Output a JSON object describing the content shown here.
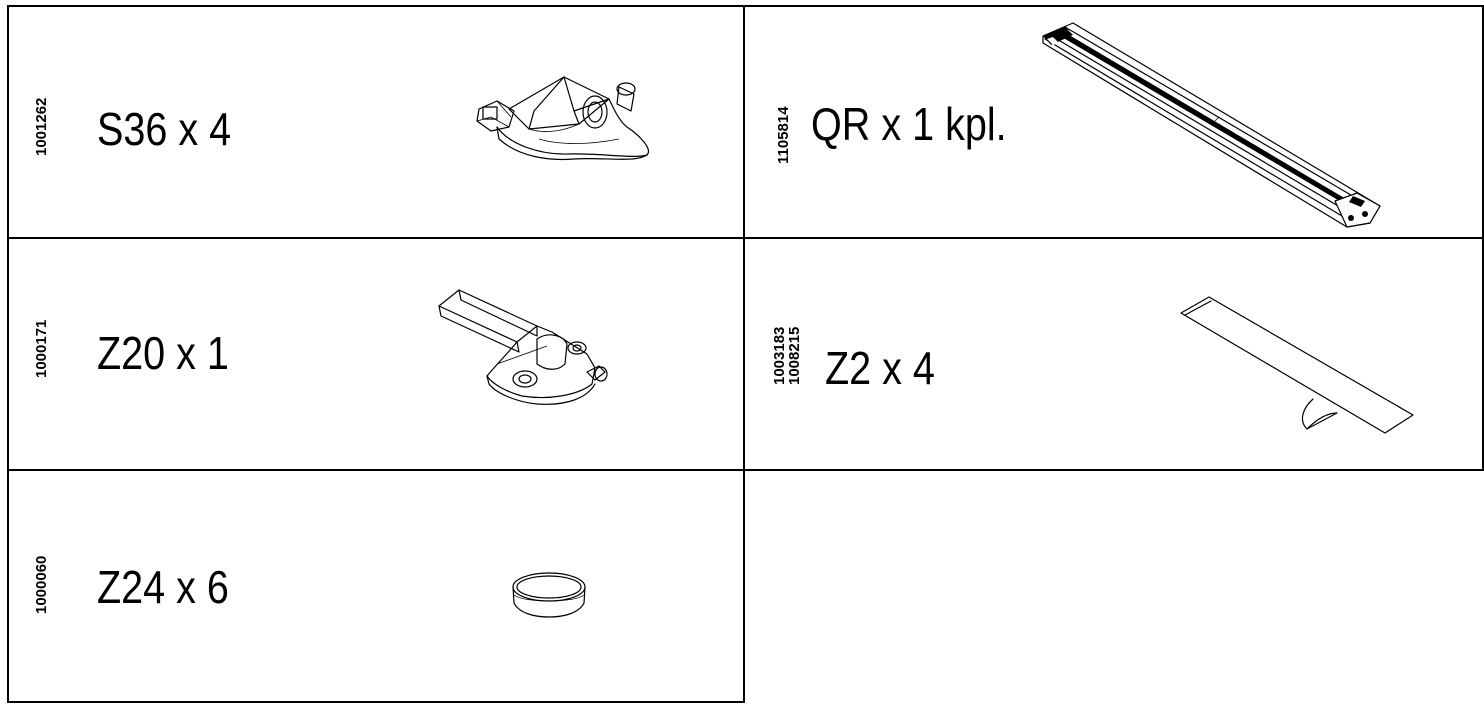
{
  "parts": [
    {
      "code": "1001262",
      "label": "S36 x 4",
      "icon": "corner-connector-icon"
    },
    {
      "code": "1105814",
      "label": "QR x 1 kpl.",
      "icon": "rail-icon"
    },
    {
      "code": "1000171",
      "label": "Z20 x 1",
      "icon": "hinge-plate-icon"
    },
    {
      "codes": [
        "1003183",
        "1008215"
      ],
      "label": "Z2 x 4",
      "icon": "adhesive-strip-icon"
    },
    {
      "code": "1000060",
      "label": "Z24 x 6",
      "icon": "ring-cap-icon"
    }
  ]
}
